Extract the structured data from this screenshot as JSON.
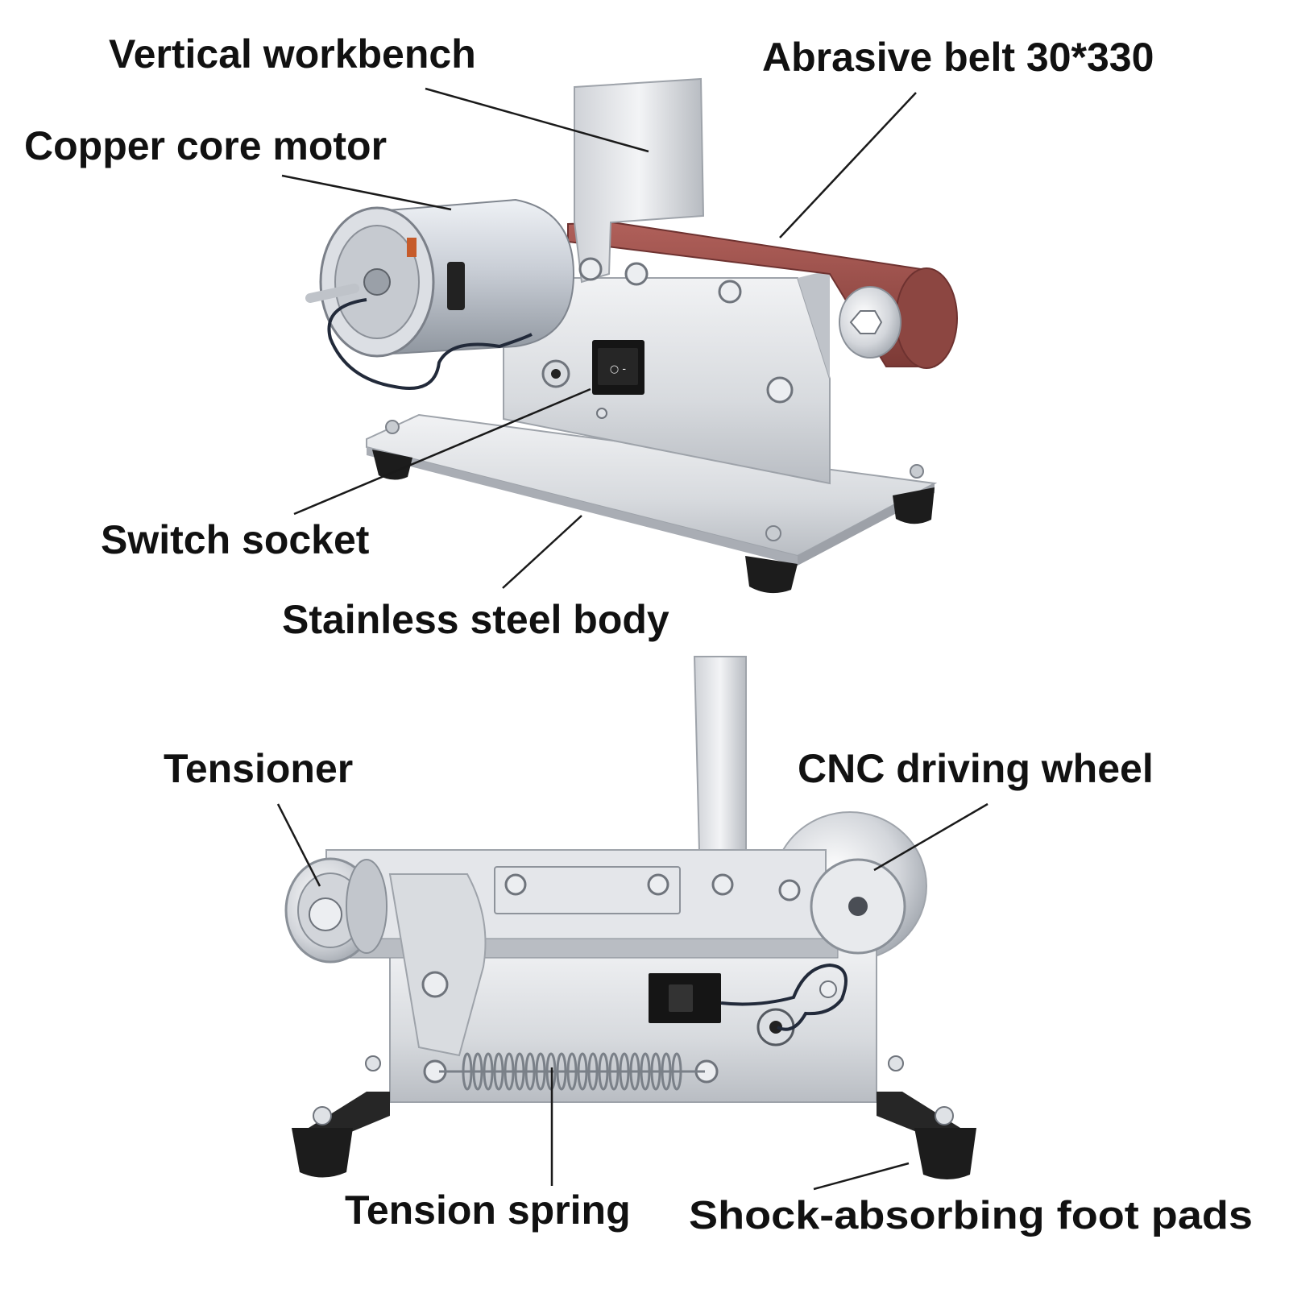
{
  "labels": {
    "vertical_workbench": "Vertical workbench",
    "abrasive_belt": "Abrasive belt 30*330",
    "copper_core_motor": "Copper core motor",
    "switch_socket": "Switch socket",
    "stainless_steel_body": "Stainless steel body",
    "tensioner": "Tensioner",
    "cnc_driving_wheel": "CNC driving wheel",
    "tension_spring": "Tension spring",
    "foot_pads": "Shock-absorbing foot pads"
  },
  "colors": {
    "steel_light": "#e6e8ec",
    "steel_mid": "#c4c8ce",
    "steel_dark": "#8e939b",
    "belt": "#9a4a44",
    "belt_dark": "#6e3230",
    "rubber": "#1c1c1c",
    "switch": "#151515",
    "wire": "#222a3a"
  },
  "icons": {
    "switch_mark": "○ -"
  }
}
